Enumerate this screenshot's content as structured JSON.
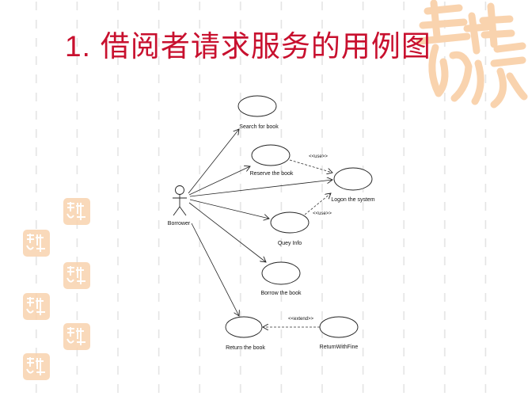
{
  "slide": {
    "title_number": "1.",
    "title_text": "借阅者请求服务的用例图",
    "title_color": "#c8102e",
    "decoration_color": "#f9d3ae"
  },
  "diagram": {
    "type": "UML use case diagram",
    "actor": {
      "name": "Borrower",
      "icon": "stick-figure-actor-icon"
    },
    "use_cases": [
      {
        "id": "search",
        "label": "Search for book"
      },
      {
        "id": "reserve",
        "label": "Reserve the book"
      },
      {
        "id": "logon",
        "label": "Logon the system"
      },
      {
        "id": "query",
        "label": "Quey Info"
      },
      {
        "id": "borrow",
        "label": "Borrow the book"
      },
      {
        "id": "return",
        "label": "Return the book"
      },
      {
        "id": "returnfine",
        "label": "ReturnWithFine"
      }
    ],
    "relations": [
      {
        "from": "Borrower",
        "to": "search",
        "type": "association"
      },
      {
        "from": "Borrower",
        "to": "reserve",
        "type": "association"
      },
      {
        "from": "Borrower",
        "to": "logon",
        "type": "association"
      },
      {
        "from": "Borrower",
        "to": "query",
        "type": "association"
      },
      {
        "from": "Borrower",
        "to": "borrow",
        "type": "association"
      },
      {
        "from": "Borrower",
        "to": "return",
        "type": "association"
      },
      {
        "from": "reserve",
        "to": "logon",
        "type": "dependency",
        "label": "<<use>>"
      },
      {
        "from": "query",
        "to": "logon",
        "type": "dependency",
        "label": "<<use>>"
      },
      {
        "from": "returnfine",
        "to": "return",
        "type": "dependency",
        "label": "<<extend>>"
      }
    ]
  }
}
